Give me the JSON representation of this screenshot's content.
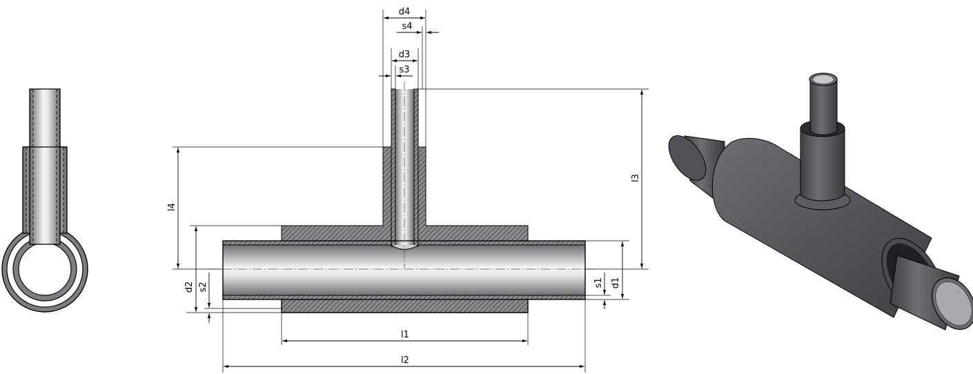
{
  "labels": {
    "d4": "d4",
    "s4": "s4",
    "d3": "d3",
    "s3": "s3",
    "l3": "l3",
    "l4": "l4",
    "d2": "d2",
    "s2": "s2",
    "s1": "s1",
    "d1": "d1",
    "l1": "l1",
    "l2": "l2"
  },
  "colors": {
    "line": "#000000",
    "tube_dark": "#6f7074",
    "tube_light": "#f2f2f2",
    "iso_body": "#5b5c61",
    "iso_shadow": "#3c3d41"
  }
}
